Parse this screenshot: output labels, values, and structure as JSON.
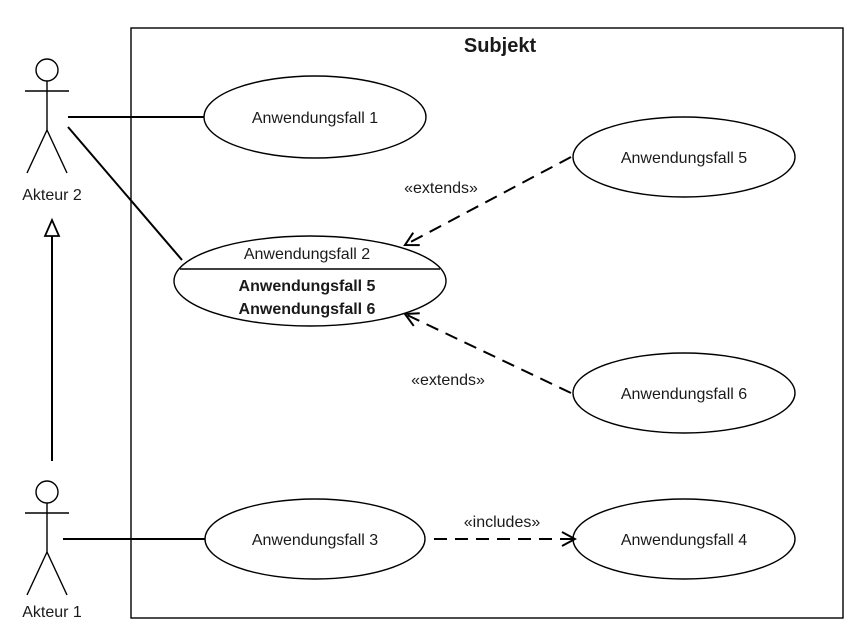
{
  "subject": {
    "title": "Subjekt"
  },
  "actors": {
    "actor2": {
      "label": "Akteur 2"
    },
    "actor1": {
      "label": "Akteur 1"
    }
  },
  "use_cases": {
    "uc1": {
      "label": "Anwendungsfall 1"
    },
    "uc2": {
      "label": "Anwendungsfall 2",
      "extension_points": [
        "Anwendungsfall 5",
        "Anwendungsfall 6"
      ]
    },
    "uc3": {
      "label": "Anwendungsfall 3"
    },
    "uc4": {
      "label": "Anwendungsfall 4"
    },
    "uc5": {
      "label": "Anwendungsfall 5"
    },
    "uc6": {
      "label": "Anwendungsfall 6"
    }
  },
  "relations": {
    "extends_5": {
      "label": "«extends»"
    },
    "extends_6": {
      "label": "«extends»"
    },
    "includes_3_4": {
      "label": "«includes»"
    }
  }
}
